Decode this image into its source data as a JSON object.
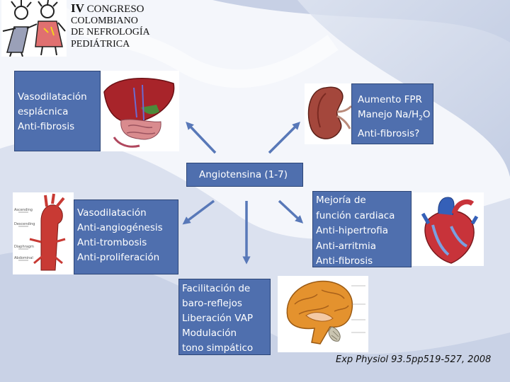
{
  "congress": {
    "numeral": "IV",
    "line1": "CONGRESO",
    "line2": "COLOMBIANO",
    "line3": "DE NEFROLOGÍA",
    "line4": "PEDIÁTRICA"
  },
  "center_label": "Angiotensina (1-7)",
  "liver_box": {
    "line1": "Vasodilatación",
    "line2": "esplácnica",
    "line3": "Anti-fibrosis"
  },
  "kidney_box": {
    "line1": "Aumento FPR",
    "line2_a": "Manejo  Na/H",
    "line2_sub": "2",
    "line2_b": "O",
    "line3": "Anti-fibrosis?"
  },
  "vessel_box": {
    "line1": "Vasodilatación",
    "line2": "Anti-angiogénesis",
    "line3": "Anti-trombosis",
    "line4": "Anti-proliferación"
  },
  "heart_box": {
    "line1": "Mejoría de",
    "line2": "función cardiaca",
    "line3": "Anti-hipertrofia",
    "line4": "Anti-arritmia",
    "line5": "Anti-fibrosis"
  },
  "brain_box": {
    "line1": "Facilitación  de",
    "line2": "baro-reflejos",
    "line3": "Liberación VAP",
    "line4": "Modulación",
    "line5": "tono simpático"
  },
  "citation": "Exp Physiol 93.5pp519-527, 2008",
  "colors": {
    "box_fill": "#4f6fae",
    "arrow": "#5878b8",
    "background_swirl": "#c9d2e6"
  }
}
